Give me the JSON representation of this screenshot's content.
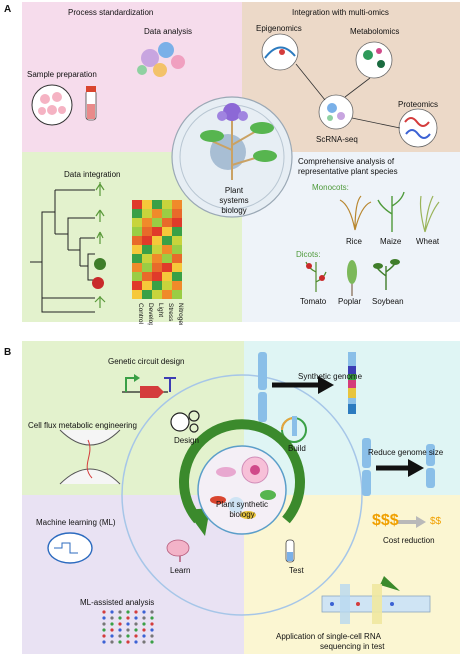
{
  "panel_a": {
    "letter": "A",
    "process_standardization": "Process standardization",
    "data_analysis": "Data analysis",
    "sample_preparation": "Sample preparation",
    "integration_multiomics": "Integration with multi-omics",
    "epigenomics": "Epigenomics",
    "metabolomics": "Metabolomics",
    "proteomics": "Proteomics",
    "scrna_seq": "ScRNA-seq",
    "center": "Plant systems biology",
    "data_integration": "Data integration",
    "comprehensive_1": "Comprehensive analysis of",
    "comprehensive_2": "representative plant species",
    "monocots": "Monocots:",
    "dicots": "Dicots:",
    "species": {
      "rice": "Rice",
      "maize": "Maize",
      "wheat": "Wheat",
      "tomato": "Tomato",
      "poplar": "Poplar",
      "soybean": "Soybean"
    },
    "heatmap_columns": [
      "Control",
      "Development",
      "Light",
      "Stress",
      "Nitrogen"
    ]
  },
  "panel_b": {
    "letter": "B",
    "genetic_circuit": "Genetic circuit design",
    "synthetic_genome": "Synthetic genome",
    "cell_flux": "Cell flux metabolic engineering",
    "design": "Design",
    "build": "Build",
    "reduce_genome": "Reduce genome size",
    "center": "Plant synthetic biology",
    "machine_learning": "Machine learning (ML)",
    "learn": "Learn",
    "test": "Test",
    "cost_reduction": "Cost reduction",
    "dollars_big": "$$$",
    "dollars_small": "$$",
    "ml_assisted": "ML-assisted analysis",
    "application_1": "Application of single-cell RNA",
    "application_2": "sequencing in test"
  },
  "colors": {
    "pink": "#f6dcec",
    "tan": "#ecd9c8",
    "light_green": "#e3f2cd",
    "pale_blue": "#eef3f9",
    "mint": "#dff5f4",
    "lavender": "#e9e2f3",
    "light_yellow": "#fbf6d2",
    "green_arrow": "#3b8a2c"
  }
}
